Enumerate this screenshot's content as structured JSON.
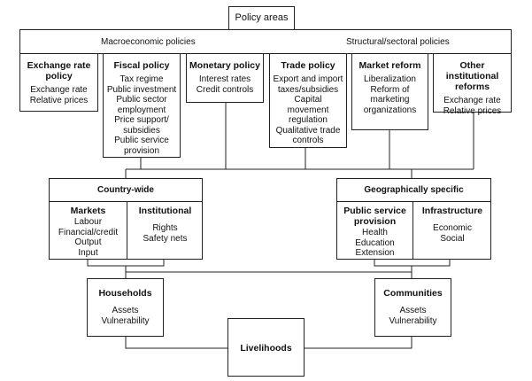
{
  "title": "Policy areas",
  "groups": {
    "macro": "Macroeconomic policies",
    "structural": "Structural/sectoral policies"
  },
  "policies": [
    {
      "title": "Exchange rate policy",
      "items": [
        "Exchange rate",
        "Relative prices"
      ]
    },
    {
      "title": "Fiscal policy",
      "items": [
        "Tax regime",
        "Public investment",
        "Public sector",
        "employment",
        "Price support/",
        "subsidies",
        "Public service",
        "provision"
      ]
    },
    {
      "title": "Monetary policy",
      "items": [
        "Interest rates",
        "Credit controls"
      ]
    },
    {
      "title": "Trade policy",
      "items": [
        "Export and import",
        "taxes/subsidies",
        "Capital",
        "movement",
        "regulation",
        "Qualitative trade",
        "controls"
      ]
    },
    {
      "title": "Market reform",
      "items": [
        "Liberalization",
        "Reform of",
        "marketing",
        "organizations"
      ]
    },
    {
      "title": "Other institutional reforms",
      "items": [
        "Exchange rate",
        "Relative prices"
      ]
    }
  ],
  "countrywide": {
    "title": "Country-wide",
    "markets": {
      "title": "Markets",
      "items": [
        "Labour",
        "Financial/credit",
        "Output",
        "Input"
      ]
    },
    "institutional": {
      "title": "Institutional",
      "items": [
        "Rights",
        "Safety nets"
      ]
    }
  },
  "geographic": {
    "title": "Geographically specific",
    "public": {
      "title": "Public service provision",
      "items": [
        "Health",
        "Education",
        "Extension"
      ]
    },
    "infra": {
      "title": "Infrastructure",
      "items": [
        "Economic",
        "Social"
      ]
    }
  },
  "households": {
    "title": "Households",
    "items": [
      "Assets",
      "Vulnerability"
    ]
  },
  "communities": {
    "title": "Communities",
    "items": [
      "Assets",
      "Vulnerability"
    ]
  },
  "livelihoods": "Livelihoods"
}
